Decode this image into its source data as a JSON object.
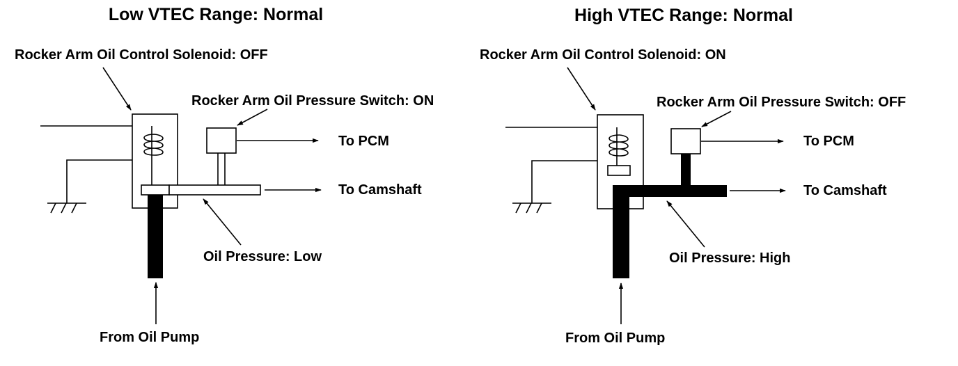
{
  "colors": {
    "ink": "#000000",
    "background": "#ffffff"
  },
  "panels": [
    {
      "title": "Low VTEC Range: Normal",
      "solenoid_label": "Rocker Arm Oil Control Solenoid: OFF",
      "switch_label": "Rocker Arm Oil Pressure Switch: ON",
      "to_pcm": "To PCM",
      "to_camshaft": "To Camshaft",
      "oil_pressure_label": "Oil Pressure: Low",
      "from_oil_pump": "From Oil Pump",
      "solenoid_state": "OFF",
      "switch_state": "ON",
      "oil_pressure_state": "Low"
    },
    {
      "title": "High VTEC Range: Normal",
      "solenoid_label": "Rocker Arm Oil Control Solenoid: ON",
      "switch_label": "Rocker Arm Oil Pressure Switch: OFF",
      "to_pcm": "To PCM",
      "to_camshaft": "To Camshaft",
      "oil_pressure_label": "Oil Pressure: High",
      "from_oil_pump": "From Oil Pump",
      "solenoid_state": "ON",
      "switch_state": "OFF",
      "oil_pressure_state": "High"
    }
  ]
}
